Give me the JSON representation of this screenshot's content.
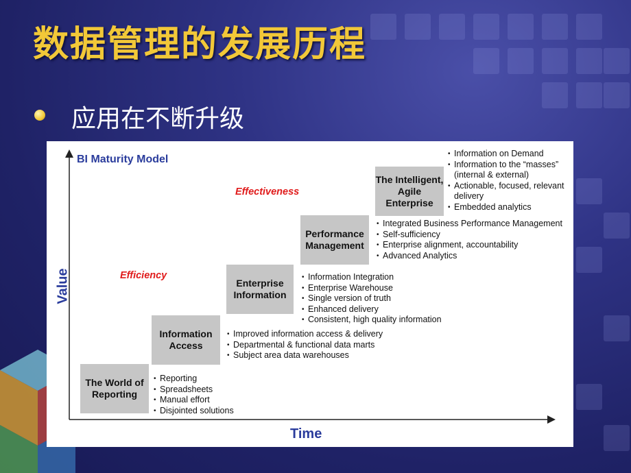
{
  "slide": {
    "title": "数据管理的发展历程",
    "bullet": "应用在不断升级"
  },
  "diagram": {
    "model_title": "BI Maturity Model",
    "y_axis": "Value",
    "x_axis": "Time",
    "phases": {
      "efficiency": "Efficiency",
      "effectiveness": "Effectiveness"
    },
    "stages": [
      {
        "name_lines": [
          "The World of",
          "Reporting"
        ],
        "items": [
          "Reporting",
          "Spreadsheets",
          "Manual effort",
          "Disjointed solutions"
        ]
      },
      {
        "name_lines": [
          "Information",
          "Access"
        ],
        "items": [
          "Improved information access & delivery",
          "Departmental & functional data marts",
          "Subject area data warehouses"
        ]
      },
      {
        "name_lines": [
          "Enterprise",
          "Information"
        ],
        "items": [
          "Information Integration",
          "Enterprise Warehouse",
          "Single version of truth",
          "Enhanced delivery",
          "Consistent, high quality information"
        ]
      },
      {
        "name_lines": [
          "Performance",
          "Management"
        ],
        "items": [
          "Integrated Business Performance Management",
          "Self-sufficiency",
          "Enterprise alignment, accountability",
          "Advanced Analytics"
        ]
      },
      {
        "name_lines": [
          "The Intelligent,",
          "Agile",
          "Enterprise"
        ],
        "items": [
          "Information on Demand",
          "Information to the “masses”",
          "(internal & external)",
          "Actionable, focused, relevant",
          "delivery",
          "Embedded analytics"
        ]
      }
    ]
  },
  "colors": {
    "title": "#f2c838",
    "axis_label": "#2a3c9c",
    "phase_label": "#e01b1b",
    "stage_box": "#c6c6c6"
  }
}
